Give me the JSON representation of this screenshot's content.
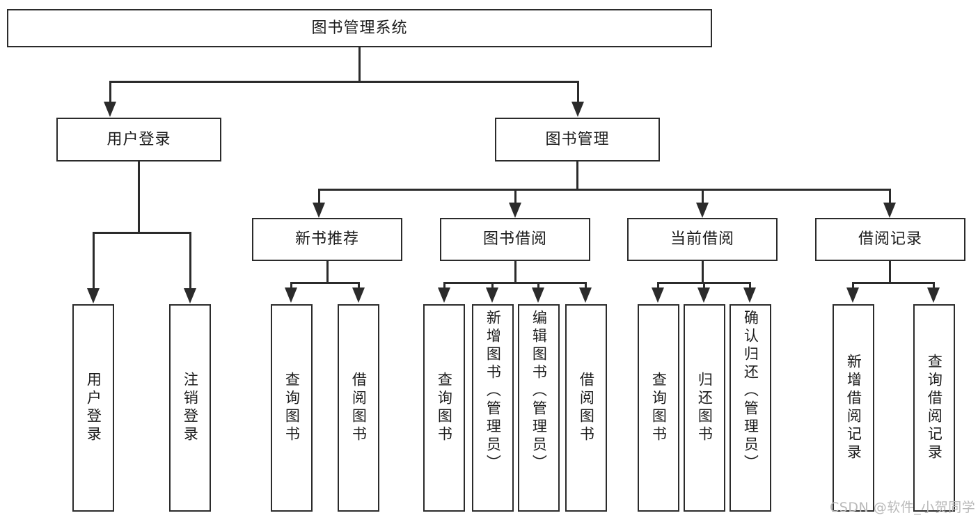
{
  "diagram": {
    "title": "图书管理系统",
    "type": "hierarchy-tree",
    "watermark": "CSDN @软件_小贺同学",
    "colors": {
      "border": "#2b2b2b",
      "text": "#1b1b1b",
      "background": "#ffffff",
      "watermark": "#b9b9b9"
    },
    "levels": {
      "root": {
        "label": "图书管理系统"
      },
      "level2": [
        {
          "label": "用户登录"
        },
        {
          "label": "图书管理"
        }
      ],
      "level3": [
        {
          "label": "新书推荐"
        },
        {
          "label": "图书借阅"
        },
        {
          "label": "当前借阅"
        },
        {
          "label": "借阅记录"
        }
      ],
      "leaves": {
        "user_login": [
          {
            "label": "用户登录"
          },
          {
            "label": "注销登录"
          }
        ],
        "new_book_recommend": [
          {
            "label": "查询图书"
          },
          {
            "label": "借阅图书"
          }
        ],
        "book_borrow": [
          {
            "label": "查询图书"
          },
          {
            "label": "新增图书（管理员）"
          },
          {
            "label": "编辑图书（管理员）"
          },
          {
            "label": "借阅图书"
          }
        ],
        "current_borrow": [
          {
            "label": "查询图书"
          },
          {
            "label": "归还图书"
          },
          {
            "label": "确认归还（管理员）"
          }
        ],
        "borrow_records": [
          {
            "label": "新增借阅记录"
          },
          {
            "label": "查询借阅记录"
          }
        ]
      }
    }
  }
}
